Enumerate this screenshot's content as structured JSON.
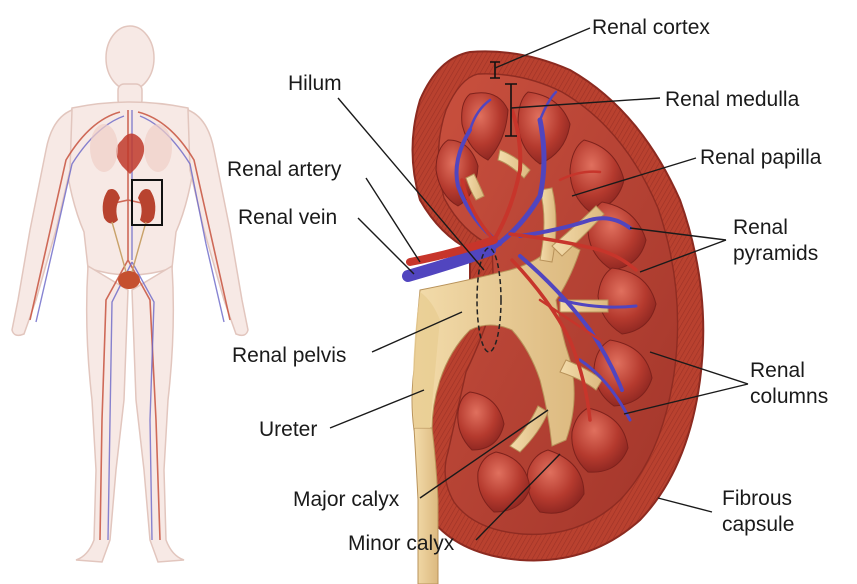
{
  "labels": {
    "renal_cortex": "Renal cortex",
    "hilum": "Hilum",
    "renal_medulla": "Renal medulla",
    "renal_papilla": "Renal papilla",
    "renal_artery": "Renal artery",
    "renal_pyramids_1": "Renal",
    "renal_pyramids_2": "pyramids",
    "renal_vein": "Renal vein",
    "renal_pelvis": "Renal pelvis",
    "renal_columns_1": "Renal",
    "renal_columns_2": "columns",
    "ureter": "Ureter",
    "fibrous_capsule_1": "Fibrous",
    "fibrous_capsule_2": "capsule",
    "major_calyx": "Major calyx",
    "minor_calyx": "Minor calyx"
  },
  "colors": {
    "body_outline": "#e3c4bc",
    "body_fill": "#f6e7e3",
    "artery": "#c8402e",
    "vein": "#5a4fc4",
    "kidney_outer": "#a8382c",
    "kidney_cortex": "#c24a3a",
    "pyramid": "#b3362c",
    "pelvis": "#f0d7a2",
    "text": "#1a1a1a"
  }
}
